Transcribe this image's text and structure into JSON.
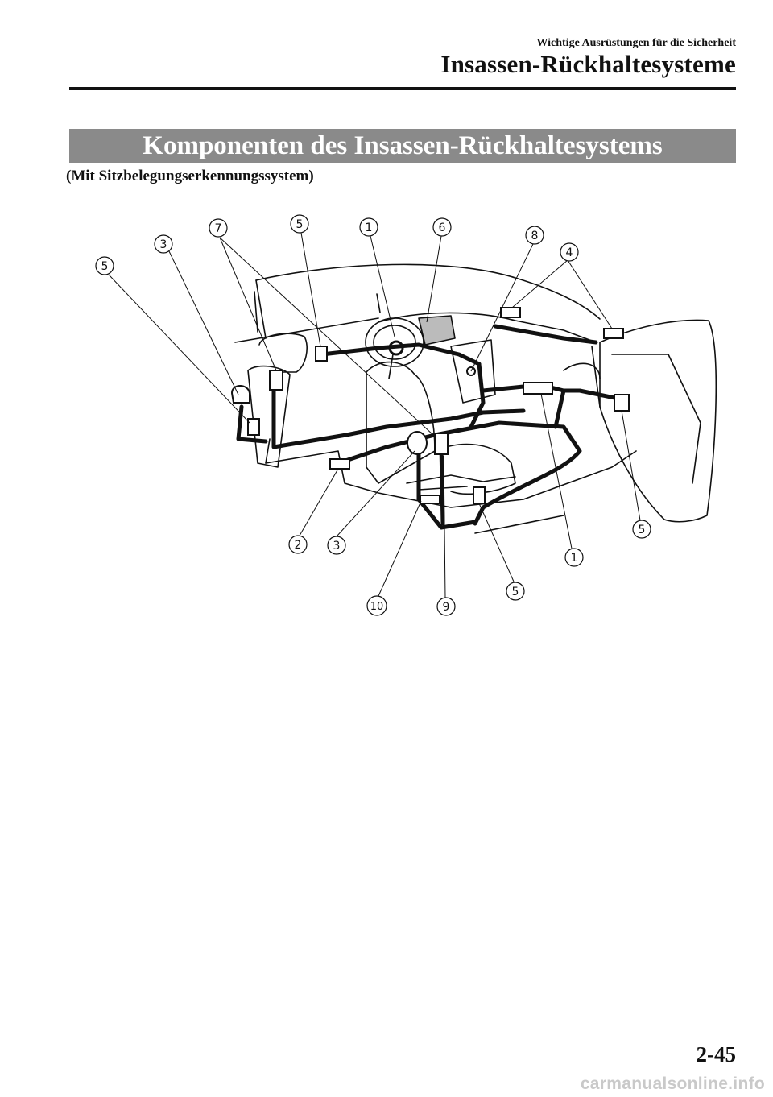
{
  "header": {
    "section": "Wichtige Ausrüstungen für die Sicherheit",
    "chapter": "Insassen-Rückhaltesysteme"
  },
  "section_title": "Komponenten des Insassen-Rückhaltesystems",
  "subtitle": "(Mit Sitzbelegungserkennungssystem)",
  "callouts": [
    "7",
    "5",
    "1",
    "6",
    "3",
    "8",
    "4",
    "5",
    "2",
    "3",
    "5",
    "1",
    "5",
    "10",
    "9"
  ],
  "page_number": "2-45",
  "watermark": "carmanualsonline.info"
}
